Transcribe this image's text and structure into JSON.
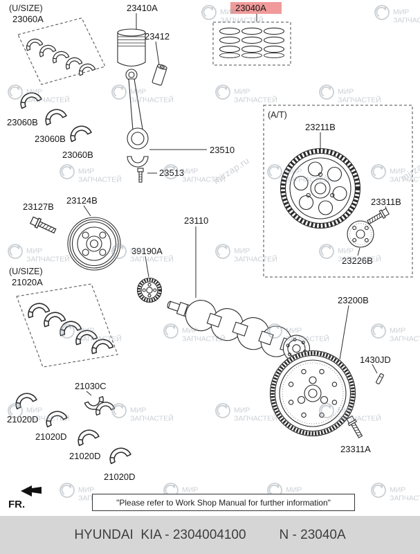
{
  "watermark": {
    "line1": "МИР",
    "line2": "ЗАПЧАСТЕЙ",
    "url": "mirzap.ru"
  },
  "highlight": {
    "color": "#f09a9a"
  },
  "labels": {
    "usize1": "(U/SIZE)",
    "p23060A": "23060A",
    "p23060B": "23060B",
    "p23410A": "23410A",
    "p23412": "23412",
    "p23040A": "23040A",
    "p23510": "23510",
    "p23513": "23513",
    "at": "(A/T)",
    "p23211B": "23211B",
    "p23311B": "23311B",
    "p23226B": "23226B",
    "p23127B": "23127B",
    "p23124B": "23124B",
    "usize2": "(U/SIZE)",
    "p21020A": "21020A",
    "p39190A": "39190A",
    "p23110": "23110",
    "p23200B": "23200B",
    "p1430JD": "1430JD",
    "p23311A": "23311A",
    "p21030C": "21030C",
    "p21020D": "21020D"
  },
  "footer": {
    "fr": "FR.",
    "note": "\"Please refer to Work Shop Manual for further information\"",
    "catalog": "HYUNDAI  KIA - 2304004100",
    "part": "N - 23040A"
  }
}
